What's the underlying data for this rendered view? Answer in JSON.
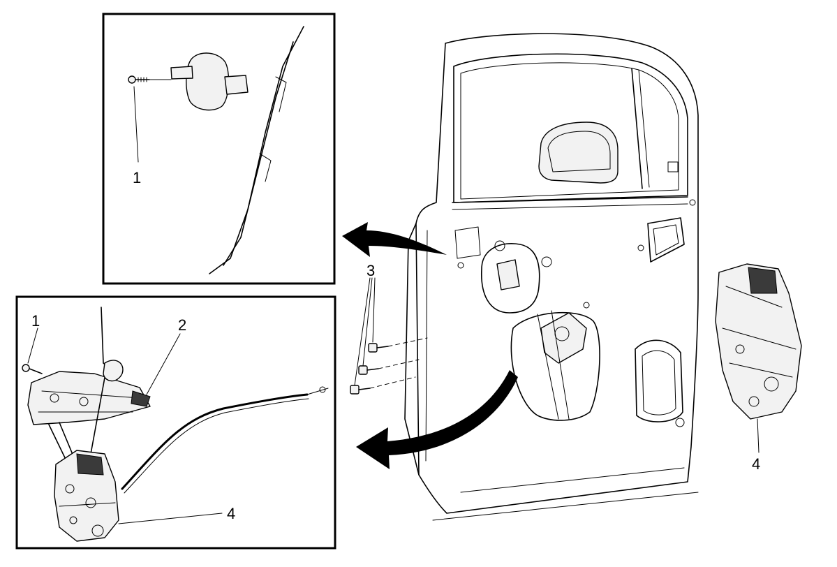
{
  "callouts": {
    "top_inset_1": "1",
    "bottom_inset_1": "1",
    "bottom_inset_2": "2",
    "bottom_inset_4": "4",
    "door_3": "3",
    "latch_4": "4"
  }
}
